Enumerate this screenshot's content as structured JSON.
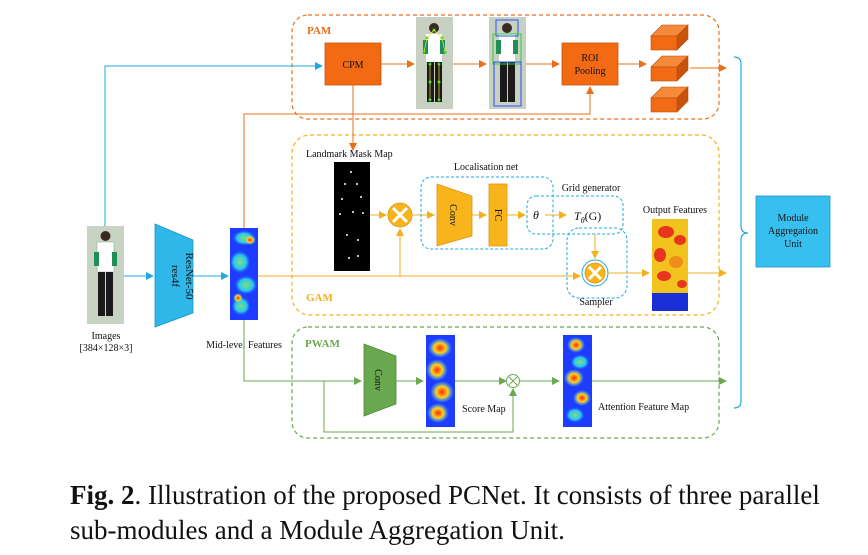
{
  "modules": {
    "pam": {
      "label": "PAM",
      "color": "#e8701a"
    },
    "gam": {
      "label": "GAM",
      "color": "#f2b01e"
    },
    "pwam": {
      "label": "PWAM",
      "color": "#6aa84f"
    }
  },
  "blocks": {
    "cpm": "CPM",
    "roi_line1": "ROI",
    "roi_line2": "Pooling",
    "gam_conv": "Conv",
    "gam_fc": "FC",
    "theta": "θ",
    "tg_main": "T",
    "tg_sub": "θ",
    "tg_arg": "(G)",
    "pwam_conv": "Conv",
    "resnet_line1": "ResNet-50",
    "resnet_line2": "res4f",
    "mau_line1": "Module",
    "mau_line2": "Aggregation",
    "mau_line3": "Unit"
  },
  "labels": {
    "landmark_mask_map": "Landmark Mask Map",
    "localisation_net": "Localisation net",
    "grid_generator": "Grid generator",
    "output_features": "Output Features",
    "sampler": "Sampler",
    "images": "Images",
    "images_dim": "[384×128×3]",
    "mid_level_features": "Mid-level Features",
    "score_map": "Score Map",
    "attention_feature_map": "Attention Feature Map"
  },
  "caption": {
    "fig": "Fig. 2",
    "text": ". Illustration of the proposed PCNet. It consists of three parallel sub-modules and a Module Aggregation Unit."
  },
  "colors": {
    "orange": "#e8701a",
    "yellow": "#f2b01e",
    "green": "#6aa84f",
    "blue": "#1fa9e1",
    "cpm_fill": "#f26a14",
    "cube_fill": "#f26a14",
    "mau_fill": "#37c0ef"
  }
}
